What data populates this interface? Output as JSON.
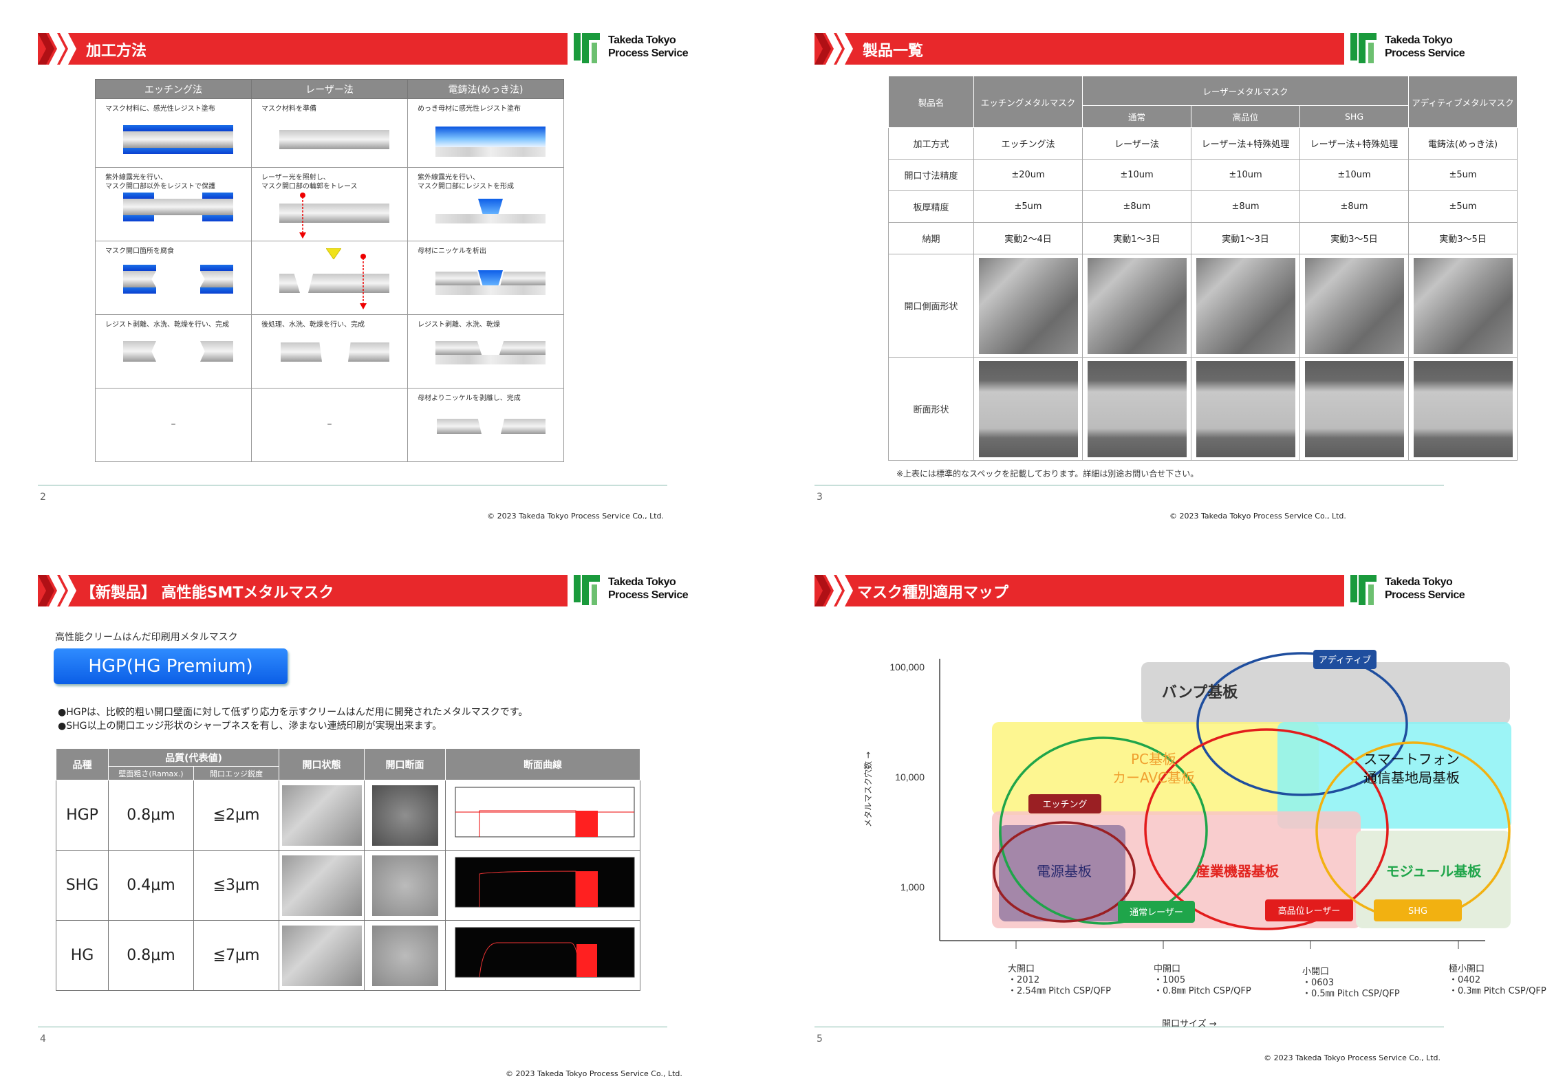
{
  "brand": {
    "name": "Takeda Tokyo Process Service",
    "red": "#e8282b",
    "green": "#1a9a3c",
    "copyright": "© 2023 Takeda Tokyo Process Service Co., Ltd."
  },
  "slide1": {
    "title": "加工方法",
    "page": "2",
    "columns": [
      "エッチング法",
      "レーザー法",
      "電鋳法(めっき法)"
    ],
    "steps": [
      [
        "マスク材料に、感光性レジスト塗布",
        "マスク材料を準備",
        "めっき母材に感光性レジスト塗布"
      ],
      [
        "紫外線露光を行い、\nマスク開口部以外をレジストで保護",
        "レーザー光を照射し、\nマスク開口部の輪郭をトレース",
        "紫外線露光を行い、\nマスク開口部にレジストを形成"
      ],
      [
        "マスク開口箇所を腐食",
        "",
        "母材にニッケルを析出"
      ],
      [
        "レジスト剥離、水洗、乾燥を行い、完成",
        "後処理、水洗、乾燥を行い、完成",
        "レジスト剥離、水洗、乾燥"
      ],
      [
        "–",
        "–",
        "母材よりニッケルを剥離し、完成"
      ]
    ]
  },
  "slide2": {
    "title": "製品一覧",
    "page": "3",
    "header": {
      "name": "製品名",
      "etching": "エッチングメタルマスク",
      "laser": "レーザーメタルマスク",
      "additive": "アディティブメタルマスク",
      "laser_sub": [
        "通常",
        "高品位",
        "SHG"
      ]
    },
    "rows": [
      {
        "label": "加工方式",
        "values": [
          "エッチング法",
          "レーザー法",
          "レーザー法+特殊処理",
          "レーザー法+特殊処理",
          "電鋳法(めっき法)"
        ]
      },
      {
        "label": "開口寸法精度",
        "values": [
          "±20um",
          "±10um",
          "±10um",
          "±10um",
          "±5um"
        ]
      },
      {
        "label": "板厚精度",
        "values": [
          "±5um",
          "±8um",
          "±8um",
          "±8um",
          "±5um"
        ]
      },
      {
        "label": "納期",
        "values": [
          "実動2～4日",
          "実動1～3日",
          "実動1～3日",
          "実動3～5日",
          "実動3～5日"
        ]
      }
    ],
    "img_rows": [
      "開口側面形状",
      "断面形状"
    ],
    "note": "※上表には標準的なスペックを記載しております。詳細は別途お問い合せ下さい。"
  },
  "slide3": {
    "title": "【新製品】 高性能SMTメタルマスク",
    "page": "4",
    "subtitle": "高性能クリームはんだ印刷用メタルマスク",
    "button": "HGP(HG Premium)",
    "bullets": [
      "●HGPは、比較的粗い開口壁面に対して低ずり応力を示すクリームはんだ用に開発されたメタルマスクです。",
      "●SHG以上の開口エッジ形状のシャープネスを有し、滲まない連続印刷が実現出来ます。"
    ],
    "table_head": {
      "kind": "品種",
      "quality": "品質(代表値)",
      "rough": "壁面粗さ(Ramax.)",
      "edge": "開口エッジ鋭度",
      "state": "開口状態",
      "section": "開口断面",
      "curve": "断面曲線"
    },
    "rows": [
      {
        "kind": "HGP",
        "rough": "0.8μm",
        "edge": "≦2μm"
      },
      {
        "kind": "SHG",
        "rough": "0.4μm",
        "edge": "≦3μm"
      },
      {
        "kind": "HG",
        "rough": "0.8μm",
        "edge": "≦7μm"
      }
    ]
  },
  "slide4": {
    "title": "マスク種別適用マップ",
    "page": "5",
    "yaxis": {
      "label": "メタルマスク穴数 →",
      "ticks": [
        "100,000",
        "10,000",
        "1,000"
      ]
    },
    "xaxis": {
      "label": "開口サイズ →",
      "ticks": [
        [
          "大開口",
          "・2012",
          "・2.54㎜ Pitch CSP/QFP"
        ],
        [
          "中開口",
          "・1005",
          "・0.8㎜ Pitch CSP/QFP"
        ],
        [
          "小開口",
          "・0603",
          "・0.5㎜ Pitch CSP/QFP"
        ],
        [
          "極小開口",
          "・0402",
          "・0.3㎜ Pitch CSP/QFP"
        ]
      ]
    },
    "regions": [
      "バンプ基板",
      "PC基板\nカーAVC基板",
      "スマートフォン\n通信基地局基板",
      "電源基板",
      "産業機器基板",
      "モジュール基板"
    ],
    "tags": [
      "アディティブ",
      "エッチング",
      "通常レーザー",
      "高品位レーザー",
      "SHG"
    ]
  }
}
